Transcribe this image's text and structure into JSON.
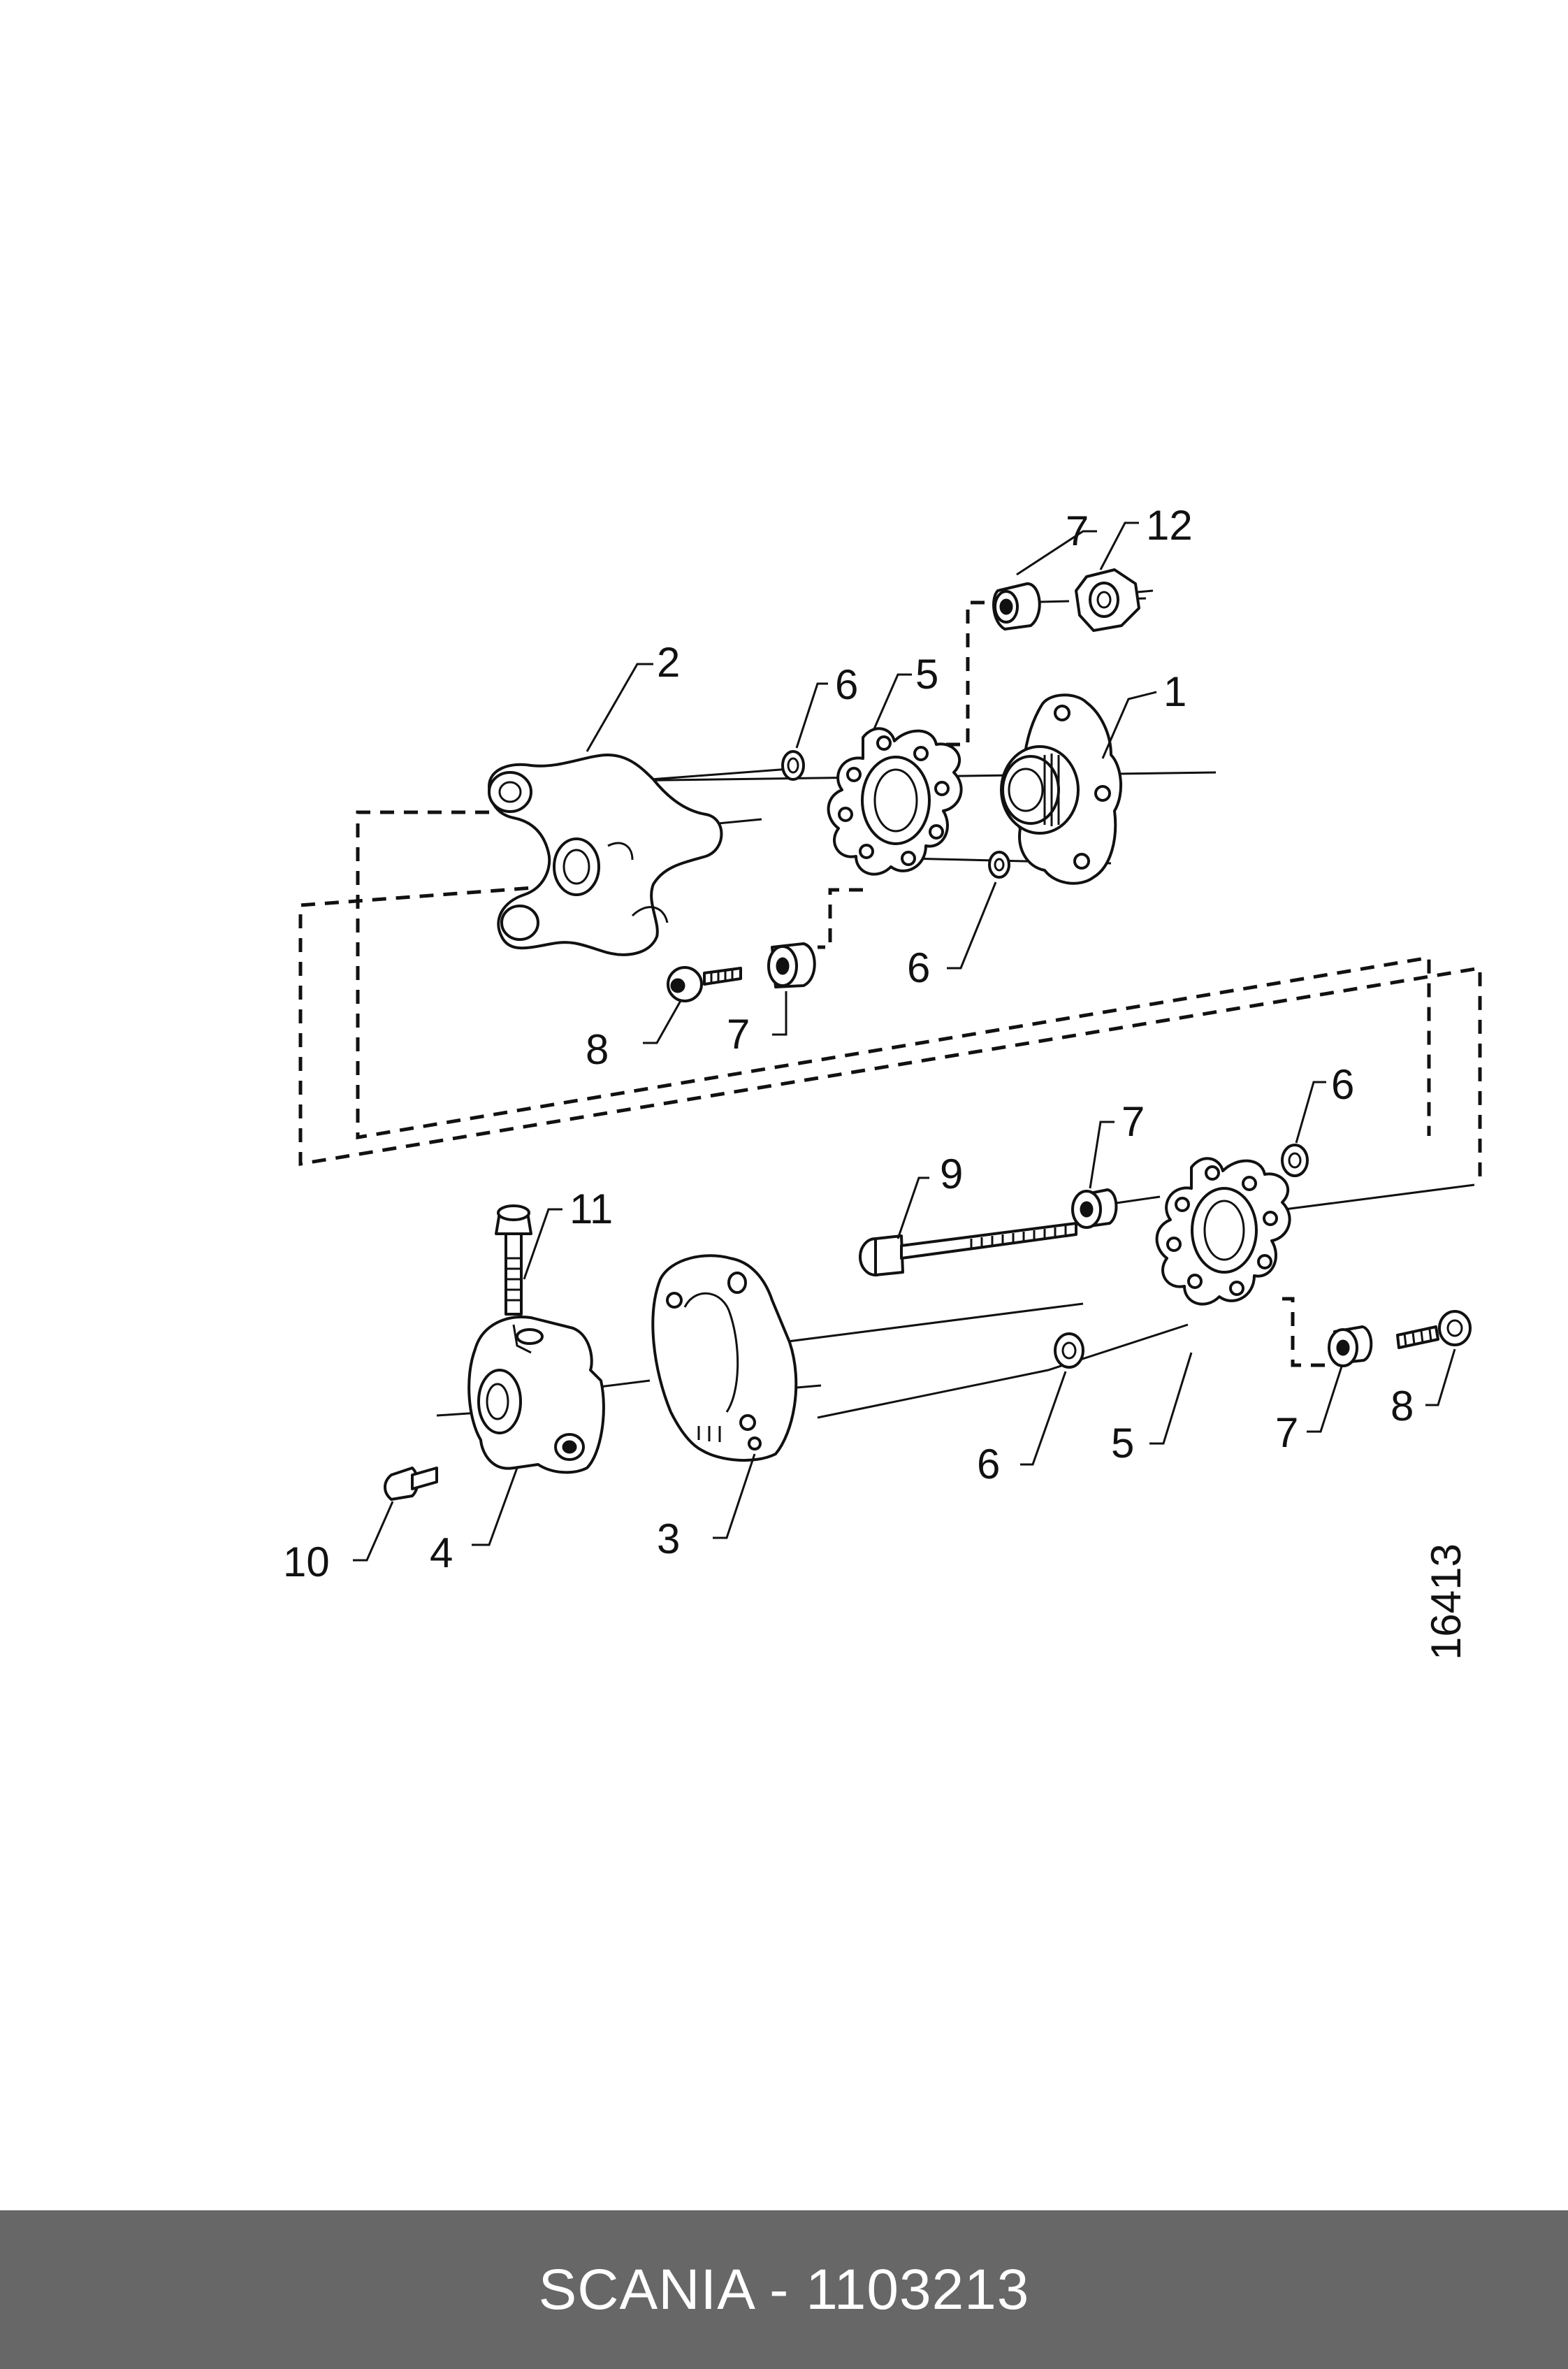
{
  "callouts": {
    "c1": "1",
    "c2": "2",
    "c3": "3",
    "c4": "4",
    "c5_top": "5",
    "c5_bottom": "5",
    "c6_top_left": "6",
    "c6_top_right": "6",
    "c6_bottom_right": "6",
    "c6_bottom_left": "6",
    "c7_top": "7",
    "c7_top_left": "7",
    "c7_bottom_mid": "7",
    "c7_bottom_right": "7",
    "c8_top": "8",
    "c8_bottom": "8",
    "c9": "9",
    "c10": "10",
    "c11": "11",
    "c12": "12"
  },
  "drawing_number": "16413",
  "footer": {
    "brand": "SCANIA",
    "separator": " - ",
    "part_number": "1103213"
  },
  "colors": {
    "line": "#111111",
    "background": "#ffffff",
    "footer_bg": "#676767",
    "footer_text": "#ffffff"
  }
}
